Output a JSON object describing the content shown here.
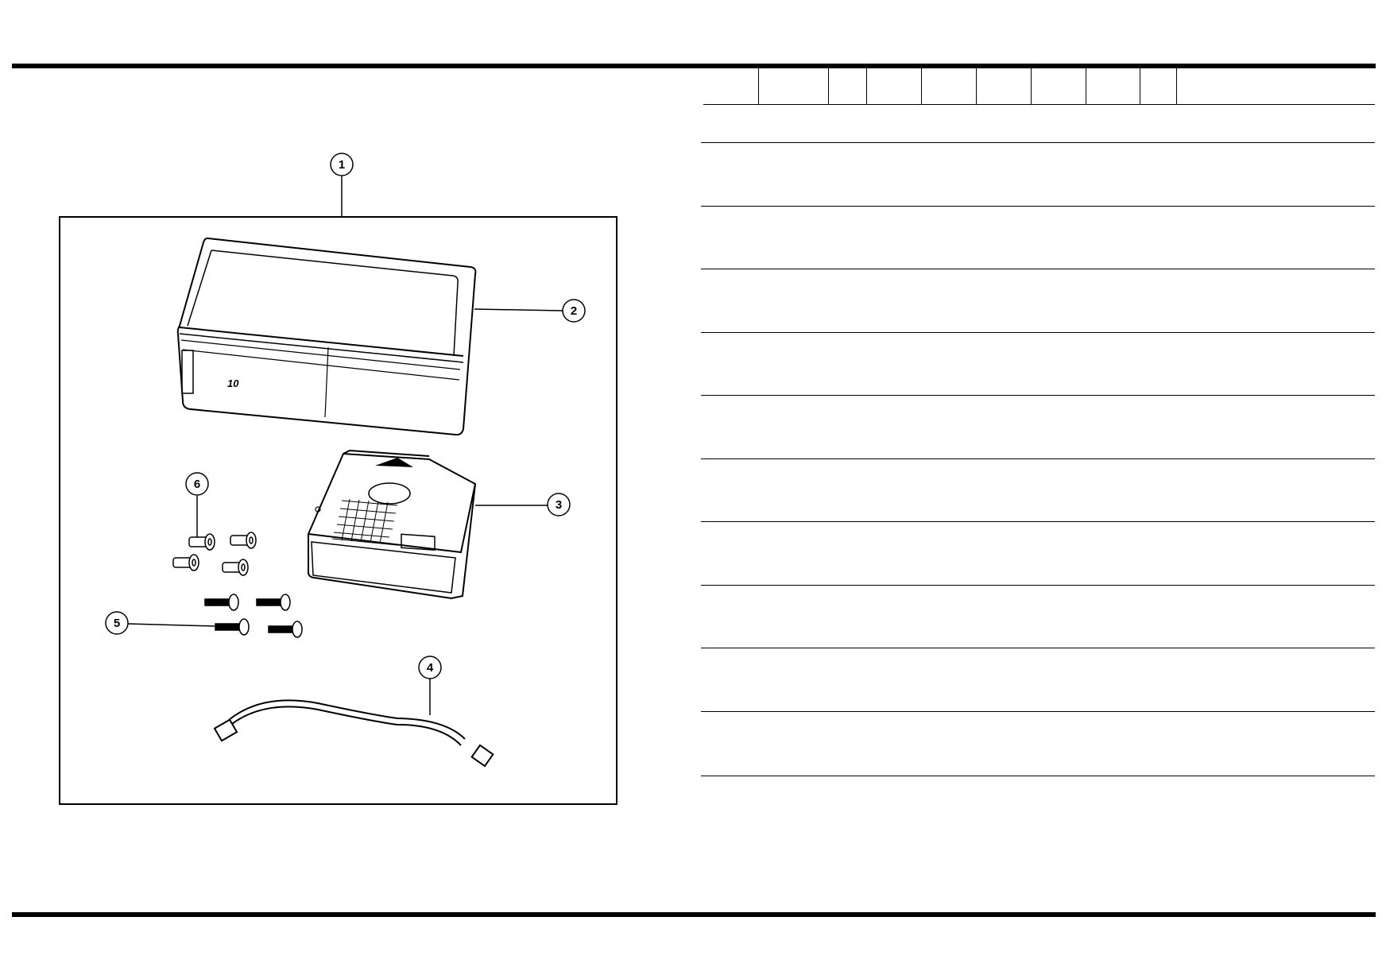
{
  "illustration": {
    "callouts": [
      "1",
      "2",
      "3",
      "4",
      "5",
      "6"
    ],
    "logo_text": "10"
  },
  "parts_table": {
    "header_columns": 10,
    "rows": 11
  }
}
